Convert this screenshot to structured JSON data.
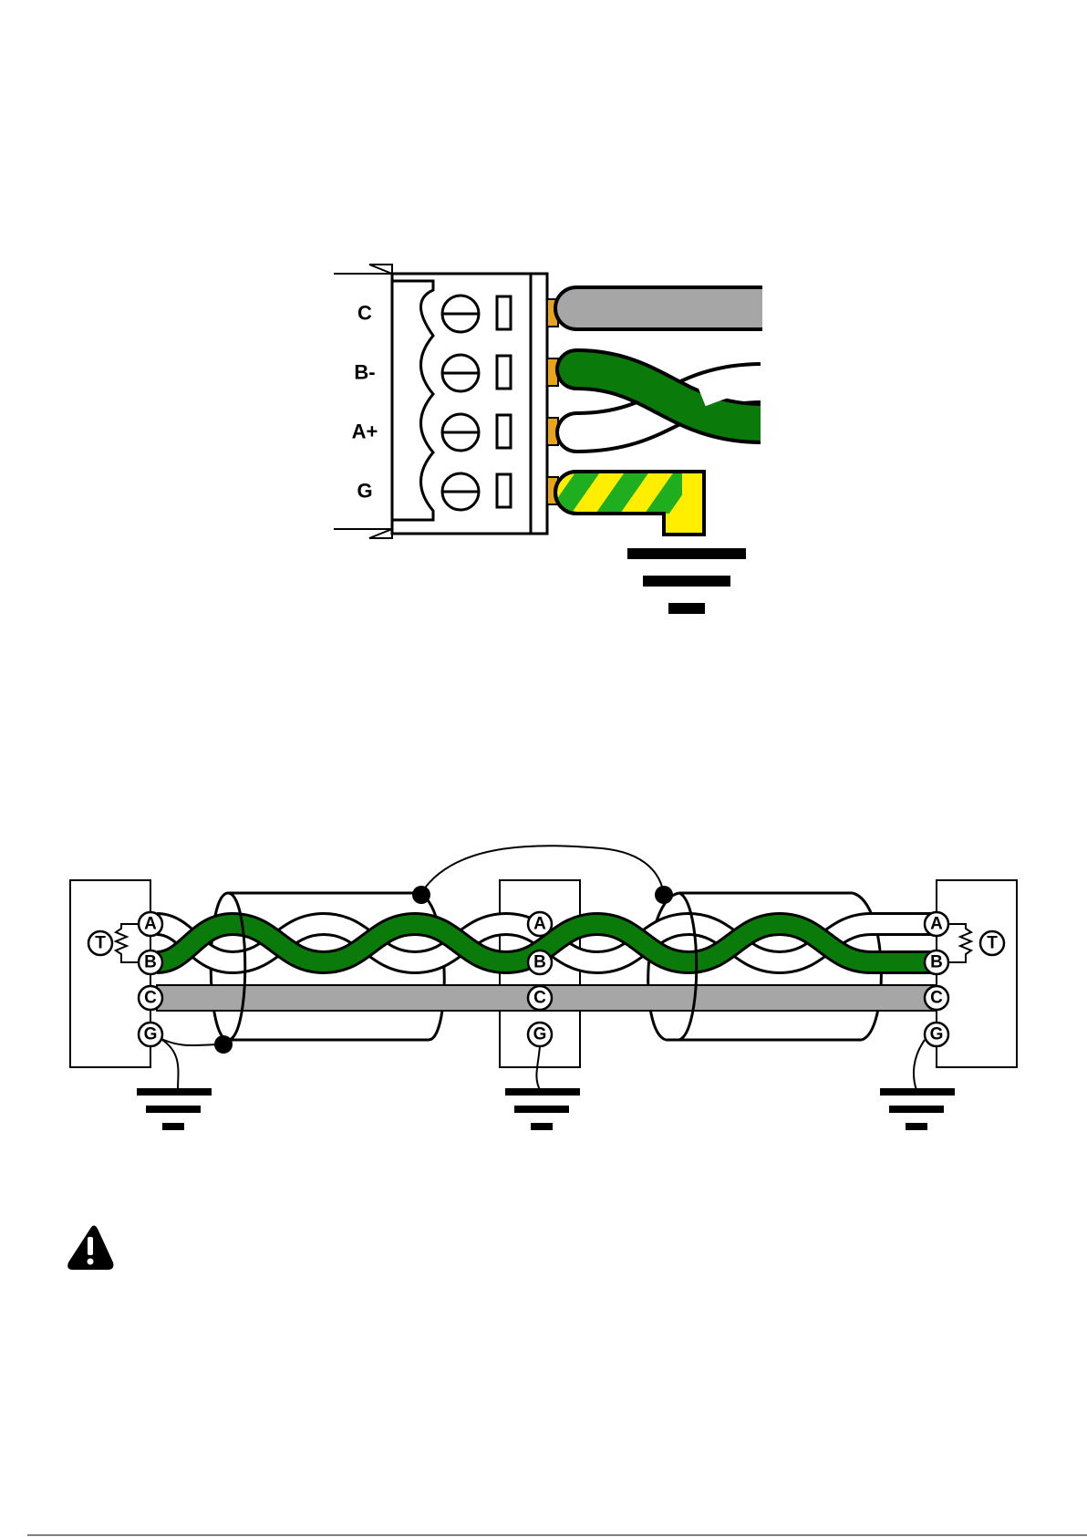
{
  "connector": {
    "terminals": [
      {
        "label": "C",
        "wire": "common"
      },
      {
        "label": "B-",
        "wire": "twisted-green"
      },
      {
        "label": "A+",
        "wire": "twisted-white"
      },
      {
        "label": "G",
        "wire": "ground"
      }
    ]
  },
  "network": {
    "node_terminals": [
      "A",
      "B",
      "C",
      "G"
    ],
    "termination_label": "T"
  },
  "warning": {
    "icon": "warning-triangle-icon"
  },
  "colors": {
    "common_wire": "#a6a6a6",
    "twisted_green": "#0a7a0a",
    "ground_green": "#1fae1f",
    "ground_yellow": "#ffee00",
    "contact": "#e8a317",
    "outline": "#000000"
  }
}
